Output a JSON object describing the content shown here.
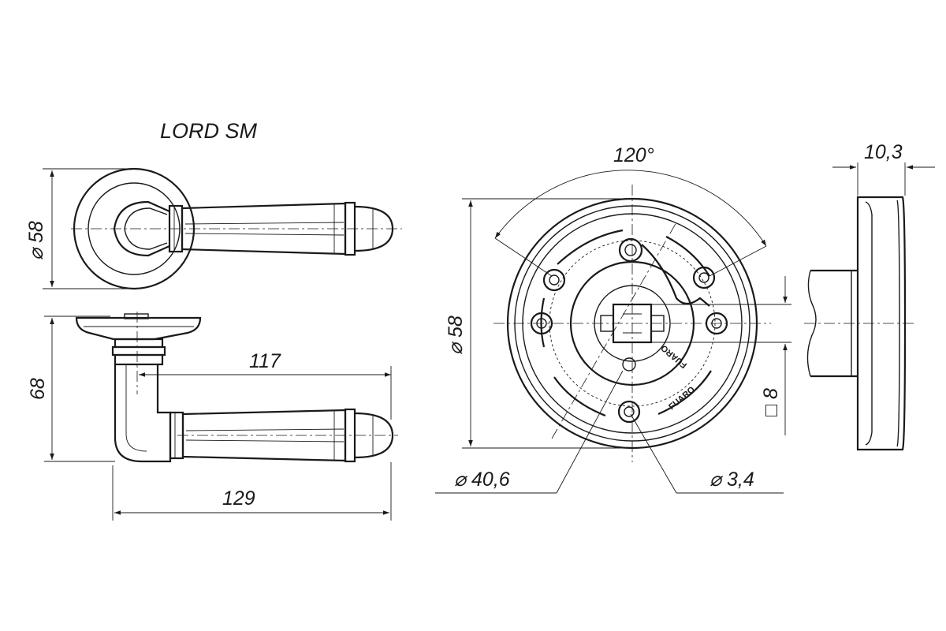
{
  "title": "LORD SM",
  "dimensions": {
    "rosette_diameter": "58",
    "height": "68",
    "lever_length": "117",
    "overall_length": "129",
    "angle": "120°",
    "front_diameter": "58",
    "hole_circle": "40,6",
    "screw_hole": "3,4",
    "spindle_square": "8",
    "depth": "10,3"
  },
  "symbols": {
    "diameter": "⌀",
    "square": "□"
  },
  "logo_text": "FUARO",
  "colors": {
    "line": "#1a1a1a",
    "background": "#ffffff"
  }
}
